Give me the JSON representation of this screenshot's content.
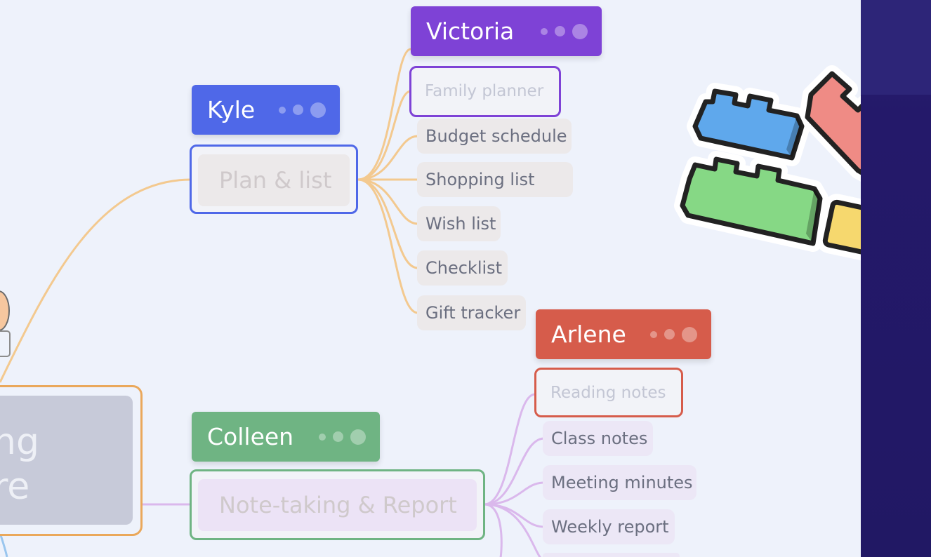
{
  "mindmap": {
    "center_fragment": "ng\nre",
    "branches": [
      {
        "collaborator": "Kyle",
        "color": "#4f68e8",
        "topic": "Plan & list",
        "subtopics": [
          "Family planner",
          "Budget schedule",
          "Shopping list",
          "Wish list",
          "Checklist",
          "Gift tracker"
        ]
      },
      {
        "collaborator": "Colleen",
        "color": "#6fb483",
        "topic": "Note-taking & Report",
        "subtopics": [
          "Reading notes",
          "Class notes",
          "Meeting minutes",
          "Weekly report"
        ]
      }
    ],
    "cursors": [
      {
        "name": "Victoria",
        "color": "#7e42d6",
        "selected": "Family planner"
      },
      {
        "name": "Arlene",
        "color": "#d65c4b",
        "selected": "Reading notes"
      }
    ],
    "connector_colors": {
      "warm": "#f3c98f",
      "cool": "#dab8ec",
      "side": "#9ac6ee"
    }
  },
  "decoration": {
    "icon": "building-blocks-icon"
  }
}
